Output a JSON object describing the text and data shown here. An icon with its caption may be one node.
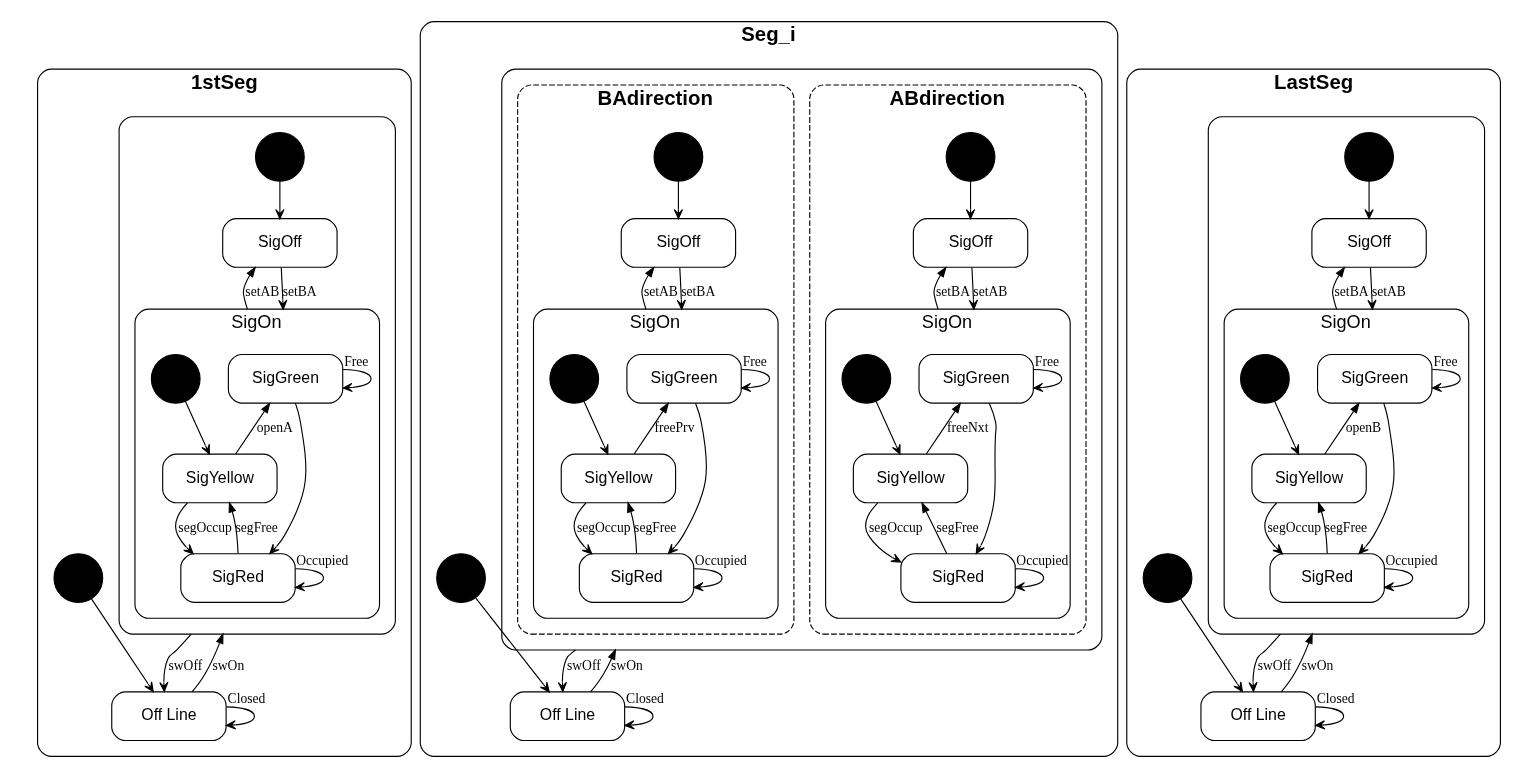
{
  "diagram": {
    "nodes": [
      {
        "text": [
          "1stSeg"
        ]
      },
      {
        "text": [],
        "shape": "box",
        "in": 0
      },
      {
        "text": [],
        "shape": "circle",
        "in": 1
      },
      {
        "text": [
          "SigOff"
        ],
        "in": 1
      },
      {
        "text": [
          "SigOn"
        ],
        "in": 1
      },
      {
        "text": [
          "SigGreen"
        ],
        "in": 4
      },
      {
        "text": [],
        "shape": "circle",
        "in": 4
      },
      {
        "text": [
          "SigYellow"
        ],
        "in": 4
      },
      {
        "text": [
          "SigRed"
        ],
        "in": 4
      },
      {
        "text": [],
        "shape": "circle",
        "in": 0
      },
      {
        "text": [
          "Off Line"
        ],
        "in": 0
      },
      {
        "text": [
          "Seg_i"
        ]
      },
      {
        "text": [],
        "shape": "box",
        "in": 11
      },
      {
        "text": [
          "ABdirection"
        ],
        "in": 12
      },
      {
        "text": [],
        "shape": "circle",
        "in": 13
      },
      {
        "text": [
          "SigOff"
        ],
        "in": 13
      },
      {
        "text": [
          "SigOn"
        ],
        "in": 13
      },
      {
        "text": [
          "SigGreen"
        ],
        "in": 16
      },
      {
        "text": [],
        "shape": "circle",
        "in": 16
      },
      {
        "text": [
          "SigYellow"
        ],
        "in": 16
      },
      {
        "text": [
          "SigRed"
        ],
        "in": 16
      },
      {
        "text": [
          "BAdirection"
        ],
        "in": 12
      },
      {
        "text": [],
        "shape": "circle",
        "in": 21
      },
      {
        "text": [
          "SigOff"
        ],
        "in": 21
      },
      {
        "text": [
          "SigOn"
        ],
        "in": 21
      },
      {
        "text": [
          "SigGreen"
        ],
        "in": 24
      },
      {
        "text": [],
        "shape": "circle",
        "in": 24
      },
      {
        "text": [
          "SigYellow"
        ],
        "in": 24
      },
      {
        "text": [
          "SigRed"
        ],
        "in": 24
      },
      {
        "text": [],
        "shape": "circle",
        "in": 11
      },
      {
        "text": [
          "Off Line"
        ],
        "in": 11
      },
      {
        "text": [
          "LastSeg"
        ]
      },
      {
        "text": [],
        "shape": "box",
        "in": 31
      },
      {
        "text": [],
        "shape": "circle",
        "in": 32
      },
      {
        "text": [
          "SigOff"
        ],
        "in": 32
      },
      {
        "text": [
          "SigOn"
        ],
        "in": 32
      },
      {
        "text": [
          "SigGreen"
        ],
        "in": 35
      },
      {
        "text": [],
        "shape": "circle",
        "in": 35
      },
      {
        "text": [
          "SigYellow"
        ],
        "in": 35
      },
      {
        "text": [
          "SigRed"
        ],
        "in": 35
      },
      {
        "text": [],
        "shape": "circle",
        "in": 31
      },
      {
        "text": [
          "Off Line"
        ],
        "in": 31
      }
    ],
    "edges": [
      {
        "from": 2,
        "to": 3,
        "arrow": "to"
      },
      {
        "from": 4,
        "to": 3,
        "arrow": "to",
        "label": "setAB"
      },
      {
        "from": 3,
        "to": 4,
        "arrow": "to",
        "label": "setBA"
      },
      {
        "from": 5,
        "to": 5,
        "arrow": "to",
        "label": "Free"
      },
      {
        "from": 7,
        "to": 5,
        "arrow": "to",
        "label": "openA"
      },
      {
        "from": 6,
        "to": 7,
        "arrow": "to"
      },
      {
        "from": 5,
        "to": 8,
        "arrow": "to"
      },
      {
        "from": 7,
        "to": 8,
        "arrow": "to",
        "label": "segOccup"
      },
      {
        "from": 8,
        "to": 7,
        "arrow": "to",
        "label": "segFree"
      },
      {
        "from": 8,
        "to": 8,
        "arrow": "to",
        "label": "Occupied"
      },
      {
        "from": 1,
        "to": 10,
        "arrow": "to",
        "label": "swOff"
      },
      {
        "from": 10,
        "to": 1,
        "arrow": "to",
        "label": "swOn"
      },
      {
        "from": 9,
        "to": 10,
        "arrow": "to"
      },
      {
        "from": 10,
        "to": 10,
        "arrow": "to",
        "label": "Closed"
      },
      {
        "from": 14,
        "to": 15,
        "arrow": "to"
      },
      {
        "from": 16,
        "to": 15,
        "arrow": "to",
        "label": "setBA"
      },
      {
        "from": 15,
        "to": 16,
        "arrow": "to",
        "label": "setAB"
      },
      {
        "from": 17,
        "to": 17,
        "arrow": "to",
        "label": "Free"
      },
      {
        "from": 19,
        "to": 17,
        "arrow": "to",
        "label": "freeNxt"
      },
      {
        "from": 18,
        "to": 19,
        "arrow": "to"
      },
      {
        "from": 17,
        "to": 20,
        "arrow": "to"
      },
      {
        "from": 19,
        "to": 20,
        "arrow": "to",
        "label": "segOccup"
      },
      {
        "from": 20,
        "to": 19,
        "arrow": "to",
        "label": "segFree"
      },
      {
        "from": 20,
        "to": 20,
        "arrow": "to",
        "label": "Occupied"
      },
      {
        "from": 22,
        "to": 23,
        "arrow": "to"
      },
      {
        "from": 24,
        "to": 23,
        "arrow": "to",
        "label": "setAB"
      },
      {
        "from": 23,
        "to": 24,
        "arrow": "to",
        "label": "setBA"
      },
      {
        "from": 25,
        "to": 25,
        "arrow": "to",
        "label": "Free"
      },
      {
        "from": 27,
        "to": 25,
        "arrow": "to",
        "label": "freePrv"
      },
      {
        "from": 26,
        "to": 27,
        "arrow": "to"
      },
      {
        "from": 25,
        "to": 28,
        "arrow": "to"
      },
      {
        "from": 27,
        "to": 28,
        "arrow": "to",
        "label": "segOccup"
      },
      {
        "from": 28,
        "to": 27,
        "arrow": "to",
        "label": "segFree"
      },
      {
        "from": 28,
        "to": 28,
        "arrow": "to",
        "label": "Occupied"
      },
      {
        "from": 12,
        "to": 30,
        "arrow": "to",
        "label": "swOff"
      },
      {
        "from": 30,
        "to": 12,
        "arrow": "to",
        "label": "swOn"
      },
      {
        "from": 29,
        "to": 30,
        "arrow": "to"
      },
      {
        "from": 30,
        "to": 30,
        "arrow": "to",
        "label": "Closed"
      },
      {
        "from": 33,
        "to": 34,
        "arrow": "to"
      },
      {
        "from": 35,
        "to": 34,
        "arrow": "to",
        "label": "setBA"
      },
      {
        "from": 34,
        "to": 35,
        "arrow": "to",
        "label": "setAB"
      },
      {
        "from": 36,
        "to": 36,
        "arrow": "to",
        "label": "Free"
      },
      {
        "from": 38,
        "to": 36,
        "arrow": "to",
        "label": "openB"
      },
      {
        "from": 37,
        "to": 38,
        "arrow": "to"
      },
      {
        "from": 36,
        "to": 39,
        "arrow": "to"
      },
      {
        "from": 38,
        "to": 39,
        "arrow": "to",
        "label": "segOccup"
      },
      {
        "from": 39,
        "to": 38,
        "arrow": "to",
        "label": "segFree"
      },
      {
        "from": 39,
        "to": 39,
        "arrow": "to",
        "label": "Occupied"
      },
      {
        "from": 32,
        "to": 41,
        "arrow": "to",
        "label": "swOff"
      },
      {
        "from": 41,
        "to": 32,
        "arrow": "to",
        "label": "swOn"
      },
      {
        "from": 40,
        "to": 41,
        "arrow": "to"
      },
      {
        "from": 41,
        "to": 41,
        "arrow": "to",
        "label": "Closed"
      }
    ]
  }
}
